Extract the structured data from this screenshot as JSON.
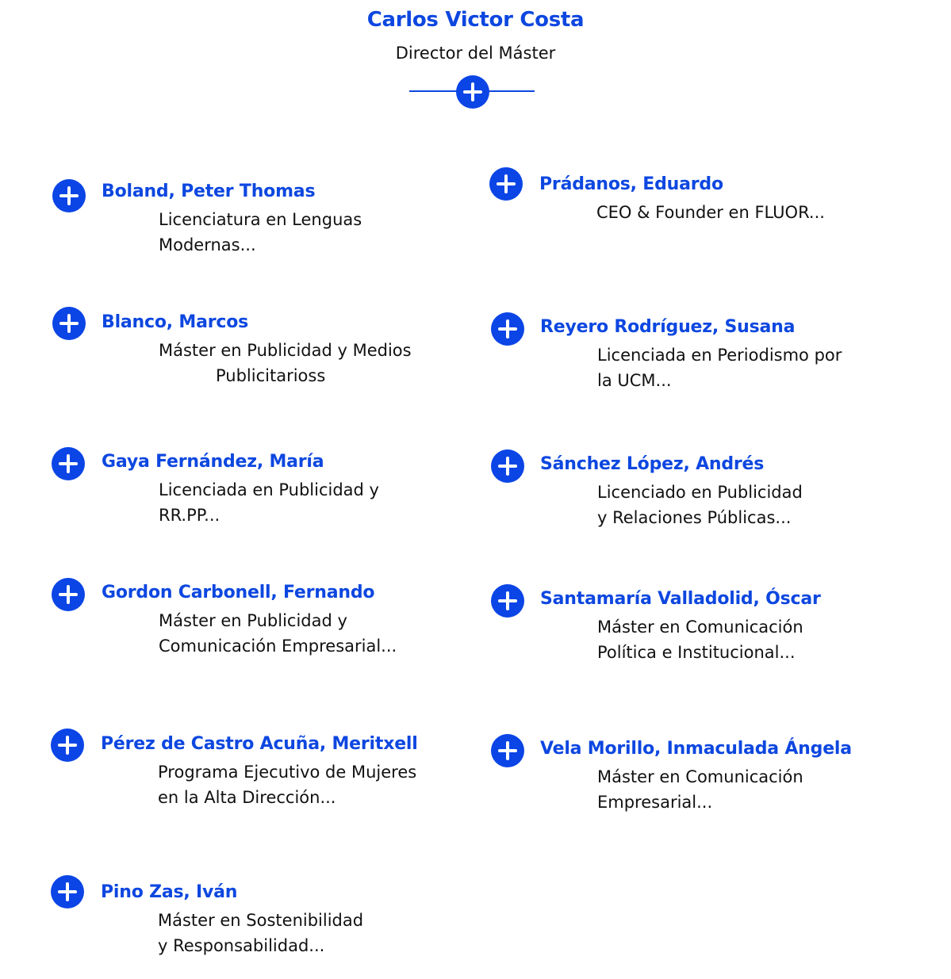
{
  "director": {
    "name": "Carlos Victor Costa",
    "role": "Director del Máster",
    "expand_icon": "plus-circle-icon"
  },
  "accent_color": "#0b45e6",
  "members_left": [
    {
      "name": "Boland, Peter Thomas",
      "desc_lines": [
        "Licenciatura en Lenguas",
        "Modernas..."
      ]
    },
    {
      "name": "Blanco, Marcos",
      "desc_lines": [
        "Máster en Publicidad y Medios",
        "Publicitarioss"
      ]
    },
    {
      "name": "Gaya Fernández, María",
      "desc_lines": [
        "Licenciada en Publicidad y",
        "RR.PP..."
      ]
    },
    {
      "name": "Gordon Carbonell, Fernando",
      "desc_lines": [
        "Máster en Publicidad y",
        "Comunicación Empresarial..."
      ]
    },
    {
      "name": "Pérez de Castro Acuña, Meritxell",
      "desc_lines": [
        "Programa Ejecutivo de Mujeres",
        "en la Alta Dirección..."
      ]
    },
    {
      "name": "Pino Zas, Iván",
      "desc_lines": [
        "Máster en Sostenibilidad",
        "y Responsabilidad..."
      ]
    }
  ],
  "members_right": [
    {
      "name": "Prádanos, Eduardo",
      "desc_lines": [
        "CEO & Founder en FLUOR..."
      ]
    },
    {
      "name": "Reyero Rodríguez, Susana",
      "desc_lines": [
        "Licenciada en Periodismo por",
        "la UCM..."
      ]
    },
    {
      "name": "Sánchez López, Andrés",
      "desc_lines": [
        "Licenciado en Publicidad",
        "y Relaciones Públicas..."
      ]
    },
    {
      "name": "Santamaría Valladolid, Óscar",
      "desc_lines": [
        "Máster en Comunicación",
        "Política e Institucional..."
      ]
    },
    {
      "name": "Vela Morillo, Inmaculada Ángela",
      "desc_lines": [
        "Máster en Comunicación",
        "Empresarial..."
      ]
    }
  ]
}
